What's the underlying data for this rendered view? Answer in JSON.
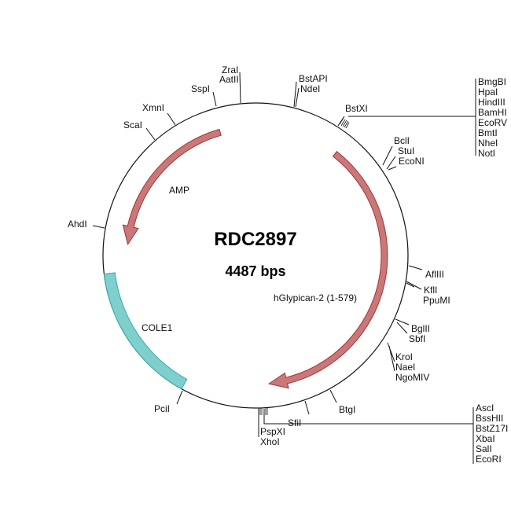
{
  "plasmid": {
    "name": "RDC2897",
    "size_label": "4487 bps"
  },
  "features": {
    "amp": "AMP",
    "glypican": "hGlypican-2 (1-579)",
    "cole1": "COLE1"
  },
  "colors": {
    "arrow_fill": "#c87878",
    "arrow_stroke": "#a83232",
    "cole1_fill": "#7fcfcc",
    "cole1_stroke": "#2fb0aa"
  },
  "sites": {
    "zrai": "ZraI",
    "aatii": "AatII",
    "sspi": "SspI",
    "xmni": "XmnI",
    "scai": "ScaI",
    "bstapi": "BstAPI",
    "ndei": "NdeI",
    "bstxi": "BstXI",
    "mcs1": [
      "BmgBI",
      "HpaI",
      "HindIII",
      "BamHI",
      "EcoRV",
      "BmtI",
      "NheI",
      "NotI"
    ],
    "bcli": "BclI",
    "stui": "StuI",
    "econi": "EcoNI",
    "ahdi": "AhdI",
    "afliii": "AflIII",
    "kfli": "KflI",
    "ppumi": "PpuMI",
    "bglii": "BglII",
    "sbfi": "SbfI",
    "kroi": "KroI",
    "naei": "NaeI",
    "ngomiv": "NgoMIV",
    "btgi": "BtgI",
    "sfii": "SfiI",
    "pspxi": "PspXI",
    "xhoi": "XhoI",
    "pcii": "PciI",
    "mcs2": [
      "AscI",
      "BssHII",
      "BstZ17I",
      "XbaI",
      "SalI",
      "EcoRI"
    ]
  }
}
